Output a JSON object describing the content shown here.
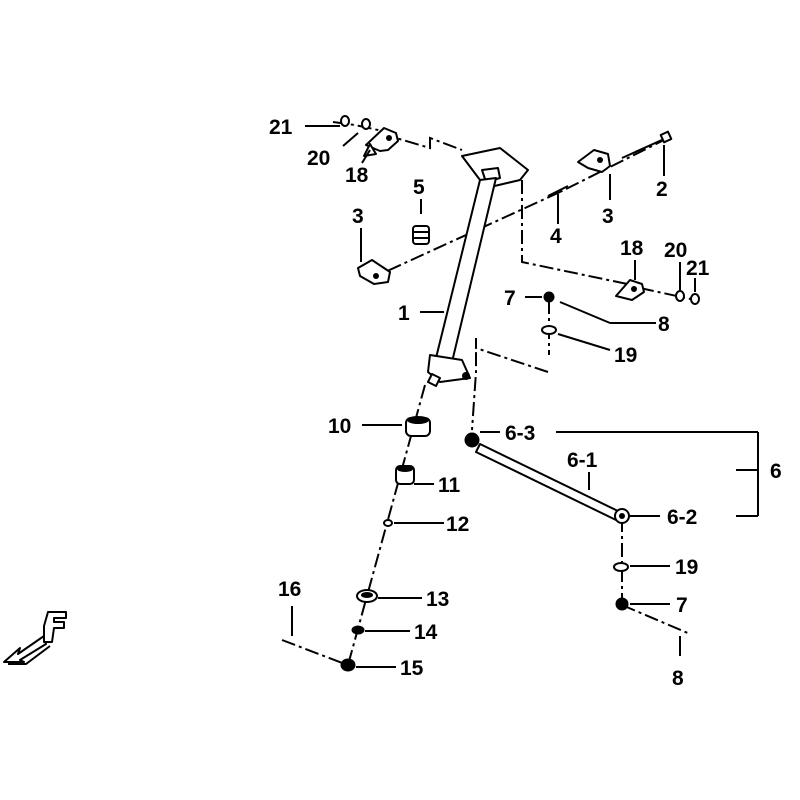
{
  "diagram": {
    "callouts": [
      {
        "id": "c21a",
        "text": "21"
      },
      {
        "id": "c20a",
        "text": "20"
      },
      {
        "id": "c18a",
        "text": "18"
      },
      {
        "id": "c5",
        "text": "5"
      },
      {
        "id": "c3a",
        "text": "3"
      },
      {
        "id": "c2",
        "text": "2"
      },
      {
        "id": "c3b",
        "text": "3"
      },
      {
        "id": "c4",
        "text": "4"
      },
      {
        "id": "c18b",
        "text": "18"
      },
      {
        "id": "c20b",
        "text": "20"
      },
      {
        "id": "c21b",
        "text": "21"
      },
      {
        "id": "c7a",
        "text": "7"
      },
      {
        "id": "c8a",
        "text": "8"
      },
      {
        "id": "c1",
        "text": "1"
      },
      {
        "id": "c19a",
        "text": "19"
      },
      {
        "id": "c10",
        "text": "10"
      },
      {
        "id": "c6-3",
        "text": "6-3"
      },
      {
        "id": "c6-1",
        "text": "6-1"
      },
      {
        "id": "c6",
        "text": "6"
      },
      {
        "id": "c11",
        "text": "11"
      },
      {
        "id": "c6-2",
        "text": "6-2"
      },
      {
        "id": "c12",
        "text": "12"
      },
      {
        "id": "c19b",
        "text": "19"
      },
      {
        "id": "c16",
        "text": "16"
      },
      {
        "id": "c13",
        "text": "13"
      },
      {
        "id": "c7b",
        "text": "7"
      },
      {
        "id": "c14",
        "text": "14"
      },
      {
        "id": "c15",
        "text": "15"
      },
      {
        "id": "c8b",
        "text": "8"
      }
    ],
    "front_mark": "F"
  }
}
